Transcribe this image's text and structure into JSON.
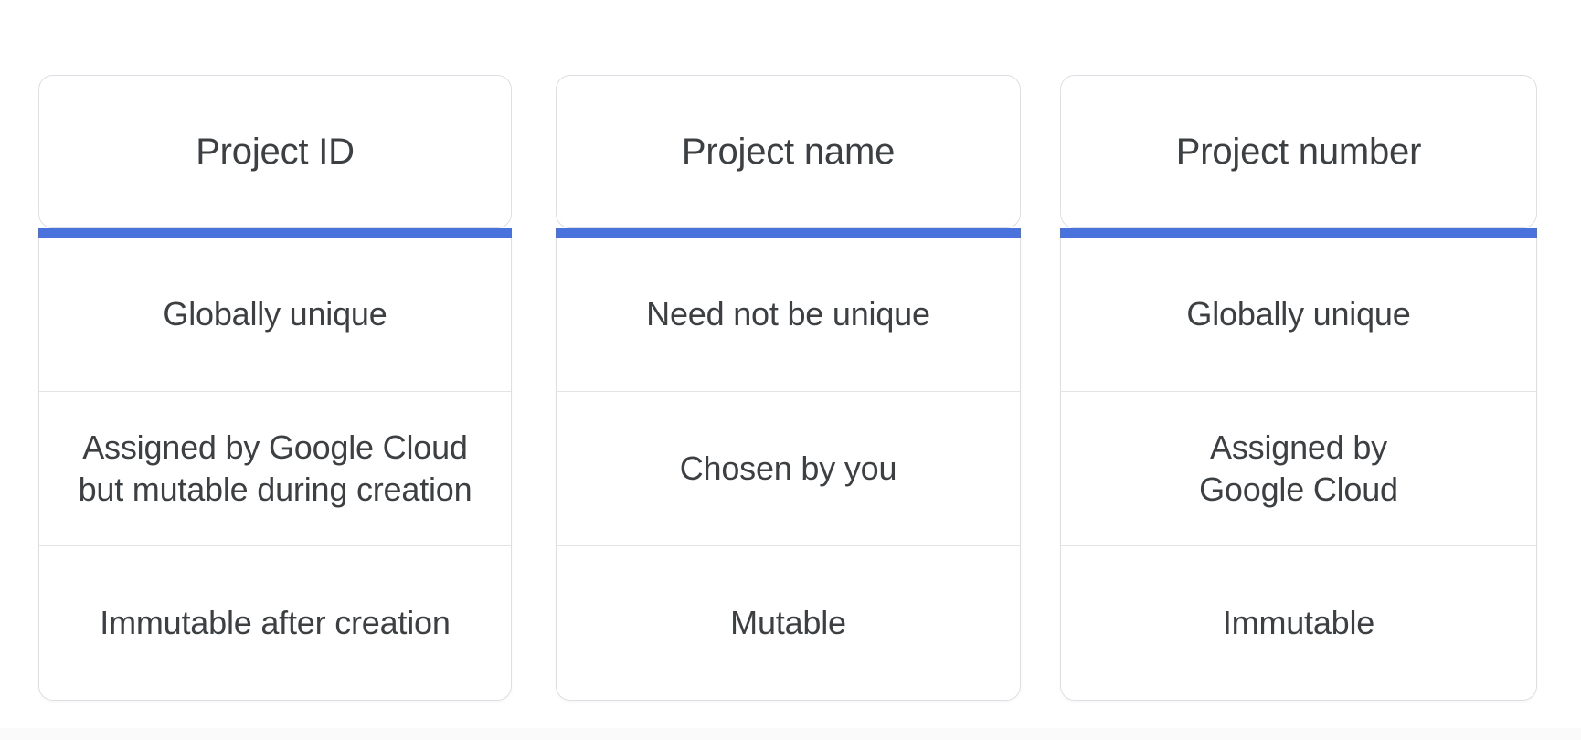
{
  "accent_color": "#4a72dc",
  "text_color": "#3c4043",
  "border_color": "#dcdfe3",
  "columns": [
    {
      "id": "project-id",
      "header": "Project ID",
      "rows": [
        "Globally unique",
        "Assigned by Google Cloud\nbut mutable during creation",
        "Immutable after creation"
      ]
    },
    {
      "id": "project-name",
      "header": "Project name",
      "rows": [
        "Need not be unique",
        "Chosen by you",
        "Mutable"
      ]
    },
    {
      "id": "project-number",
      "header": "Project number",
      "rows": [
        "Globally unique",
        "Assigned by\nGoogle Cloud",
        "Immutable"
      ]
    }
  ]
}
